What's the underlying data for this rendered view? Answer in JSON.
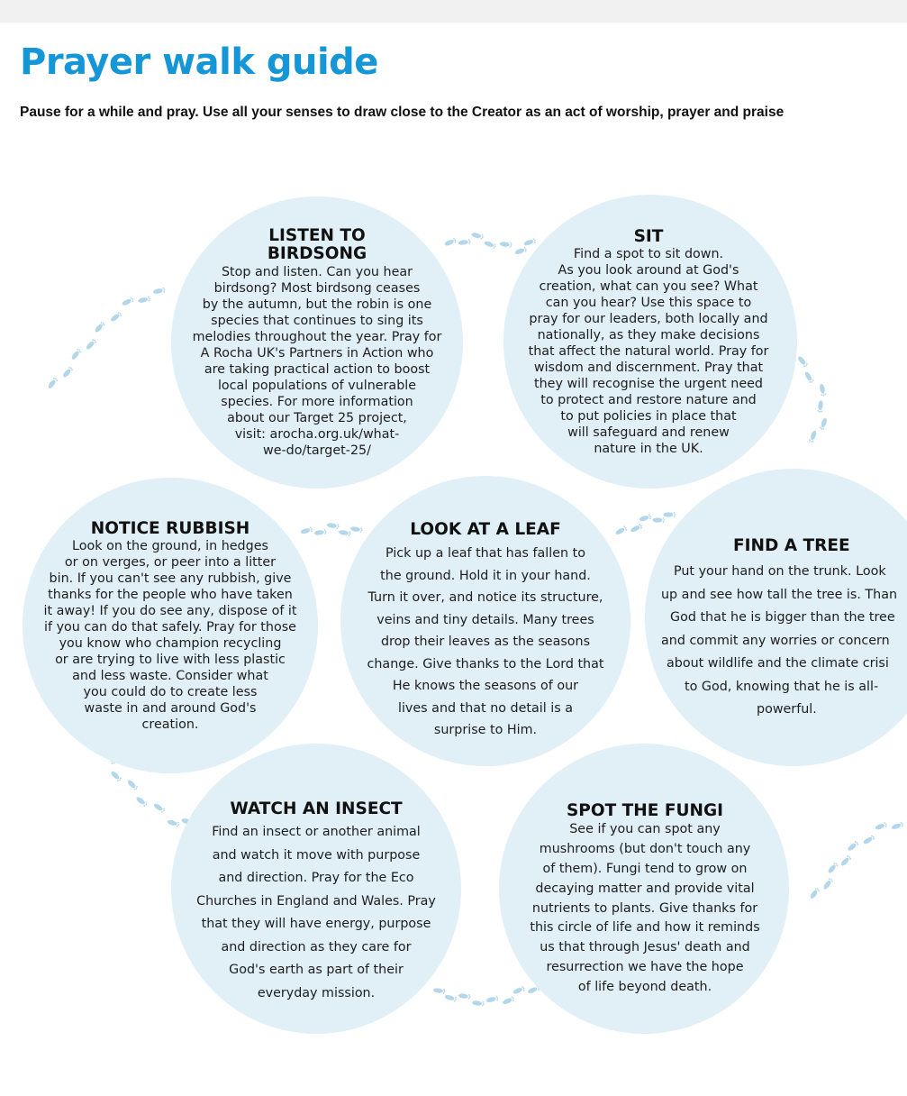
{
  "colors": {
    "accent": "#1596d6",
    "circle": "#e1eff7",
    "footprint": "#b3d7ea"
  },
  "title": "Prayer walk guide",
  "subtitle": "Pause for a while and pray. Use all your senses to draw close to the Creator as an act of worship, prayer and praise",
  "stations": {
    "birdsong": {
      "heading_lines": [
        "LISTEN TO",
        "BIRDSONG"
      ],
      "lines": [
        "Stop and listen. Can you hear",
        "birdsong? Most birdsong ceases",
        "by the autumn, but the robin is one",
        "species that continues to sing its",
        "melodies throughout the year. Pray for",
        "A Rocha UK's Partners in Action who",
        "are taking practical action to boost",
        "local populations of vulnerable",
        "species. For more information",
        "about our Target 25 project,",
        "visit: arocha.org.uk/what-",
        "we-do/target-25/"
      ]
    },
    "sit": {
      "heading_lines": [
        "SIT"
      ],
      "lines": [
        "Find a spot to sit down.",
        "As you look around at God's",
        "creation, what can you see? What",
        "can you hear? Use this space to",
        "pray for our leaders, both locally and",
        "nationally, as they make decisions",
        "that affect the natural world. Pray for",
        "wisdom and discernment. Pray that",
        "they will recognise the urgent need",
        "to protect and restore nature and",
        "to put policies in place that",
        "will safeguard and renew",
        "nature in the UK."
      ]
    },
    "rubbish": {
      "heading_lines": [
        "NOTICE RUBBISH"
      ],
      "lines": [
        "Look on the ground, in hedges",
        "or on verges, or peer into a litter",
        "bin. If you can't see any rubbish, give",
        "thanks for the people who have taken",
        "it away! If you do see any, dispose of it",
        "if you can do that safely. Pray for those",
        "you know who champion recycling",
        "or are trying to live with less plastic",
        "and less waste. Consider what",
        "you could do to create less",
        "waste in and around God's",
        "creation."
      ]
    },
    "leaf": {
      "heading_lines": [
        "LOOK AT A LEAF"
      ],
      "lines": [
        "Pick up a leaf that has fallen to",
        "the ground. Hold it in your hand.",
        "Turn it over, and notice its structure,",
        "veins and tiny details. Many trees",
        "drop their leaves as the seasons",
        "change. Give thanks to the Lord that",
        "He knows the seasons of our",
        "lives and that no detail is a",
        "surprise to Him."
      ]
    },
    "tree": {
      "heading_lines": [
        "FIND A TREE"
      ],
      "lines": [
        "Put your hand on the trunk. Look",
        "up and see how tall the tree is. Than",
        "God that he is bigger than the tree",
        "and commit any worries or concern",
        "about wildlife and the climate crisi",
        "to God, knowing that he is all-",
        "powerful."
      ]
    },
    "insect": {
      "heading_lines": [
        "WATCH AN INSECT"
      ],
      "lines": [
        "Find an insect or another animal",
        "and watch it move with purpose",
        "and direction. Pray for the Eco",
        "Churches in England and Wales. Pray",
        "that they will have energy, purpose",
        "and direction as they care for",
        "God's earth as part of their",
        "everyday mission."
      ]
    },
    "fungi": {
      "heading_lines": [
        "SPOT THE FUNGI"
      ],
      "lines": [
        "See if you can spot any",
        "mushrooms (but don't touch any",
        "of them). Fungi tend to grow on",
        "decaying matter and provide vital",
        "nutrients to plants. Give thanks for",
        "this circle of life and how it reminds",
        "us that through Jesus' death and",
        "resurrection we have the hope",
        "of life beyond death."
      ]
    }
  }
}
